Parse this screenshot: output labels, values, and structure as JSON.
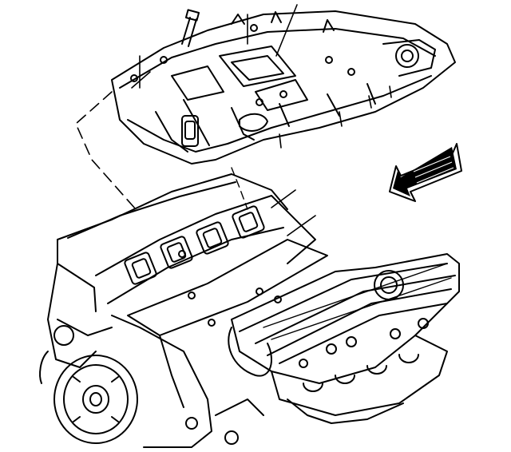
{
  "diagram": {
    "style": "black line-art technical illustration",
    "colors": {
      "ink": "#000000",
      "paper": "#ffffff",
      "arrow_fill": "#000000"
    },
    "parts": [
      {
        "id": "intake-manifold",
        "label": ""
      },
      {
        "id": "manifold-gaskets",
        "label": ""
      },
      {
        "id": "engine-block",
        "label": ""
      },
      {
        "id": "cylinder-head-right",
        "label": ""
      },
      {
        "id": "harmonic-balancer",
        "label": ""
      },
      {
        "id": "view-direction-arrow",
        "label": ""
      }
    ]
  }
}
